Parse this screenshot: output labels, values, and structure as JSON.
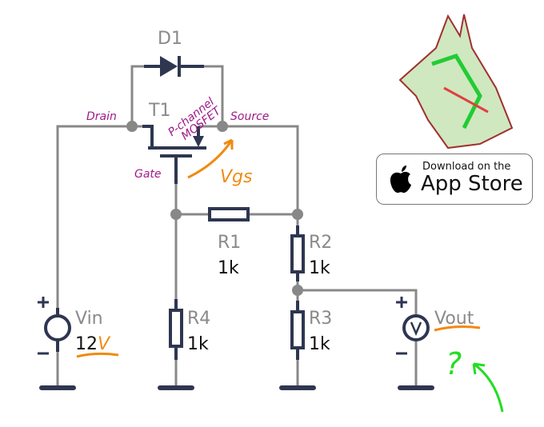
{
  "labels": {
    "d1": "D1",
    "t1": "T1",
    "r1": "R1",
    "r2": "R2",
    "r3": "R3",
    "r4": "R4",
    "vin": "Vin",
    "vout": "Vout"
  },
  "values": {
    "r1": "1k",
    "r2": "1k",
    "r3": "1k",
    "r4": "1k",
    "vin_num": "12",
    "vin_unit": "V"
  },
  "annotations": {
    "drain": "Drain",
    "source": "Source",
    "gate": "Gate",
    "type_line1": "P-channel",
    "type_line2": "MOSFET",
    "vgs": "Vgs",
    "question": "?",
    "plus": "+",
    "minus": "−"
  },
  "badge": {
    "line1": "Download on the",
    "line2": "App Store",
    "icon": "apple-icon"
  },
  "colors": {
    "wire": "#888888",
    "component": "#2e3650",
    "annotation": "#a0188a",
    "highlight": "#f08a10",
    "question": "#22dd22"
  }
}
